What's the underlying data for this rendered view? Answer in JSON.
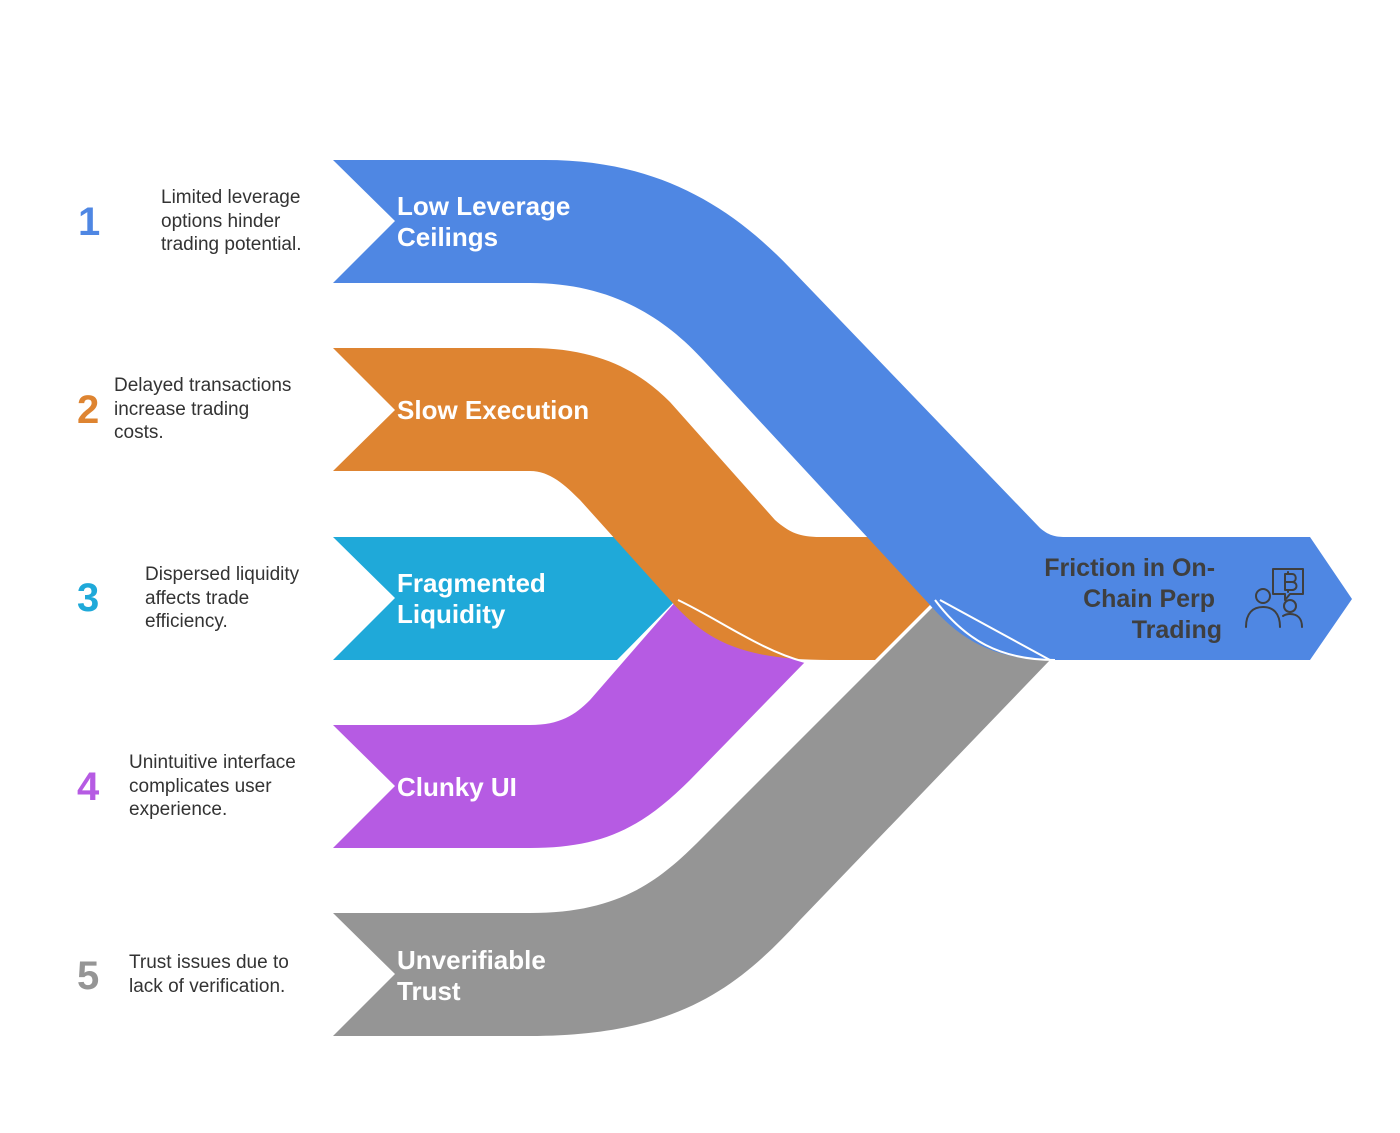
{
  "colors": {
    "blue": "#4f87e3",
    "orange": "#de8431",
    "cyan": "#1fa9d9",
    "purple": "#b65be3",
    "gray": "#959595",
    "target_text": "#3f3f3f",
    "description_text": "#333333"
  },
  "steps": [
    {
      "number": "1",
      "color": "#4f87e3",
      "band_label": [
        "Low Leverage",
        "Ceilings"
      ],
      "description": [
        "Limited leverage",
        "options hinder",
        "trading potential."
      ]
    },
    {
      "number": "2",
      "color": "#de8431",
      "band_label": [
        "Slow Execution"
      ],
      "description": [
        "Delayed transactions",
        "increase trading",
        "costs."
      ]
    },
    {
      "number": "3",
      "color": "#1fa9d9",
      "band_label": [
        "Fragmented",
        "Liquidity"
      ],
      "description": [
        "Dispersed liquidity",
        "affects trade",
        "efficiency."
      ]
    },
    {
      "number": "4",
      "color": "#b65be3",
      "band_label": [
        "Clunky UI"
      ],
      "description": [
        "Unintuitive interface",
        "complicates user",
        "experience."
      ]
    },
    {
      "number": "5",
      "color": "#959595",
      "band_label": [
        "Unverifiable",
        "Trust"
      ],
      "description": [
        "Trust issues due to",
        "lack of verification."
      ]
    }
  ],
  "target": {
    "label": [
      "Friction in On-",
      "Chain Perp",
      "Trading"
    ],
    "icon": "bitcoin-discussion-icon"
  }
}
